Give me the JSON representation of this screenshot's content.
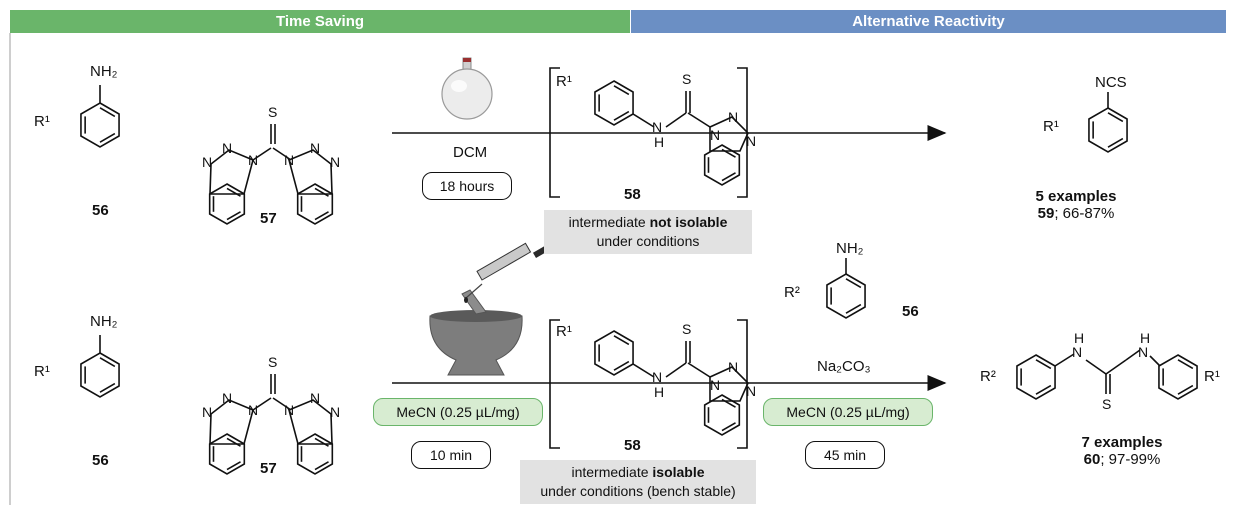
{
  "headers": {
    "left": "Time Saving",
    "right": "Alternative Reactivity"
  },
  "compounds": {
    "aniline": "56",
    "reagent": "57",
    "intermediate": "58",
    "isothiocyanate_label": "59",
    "thiourea_label": "60"
  },
  "row1": {
    "solvent": "DCM",
    "time": "18 hours",
    "note_pre": "intermediate ",
    "note_bold": "not isolable",
    "note_line2": "under conditions",
    "result_count": "5 examples",
    "result_yield": "; 66-87%"
  },
  "row2": {
    "liquid": "MeCN (0.25 µL/mg)",
    "time": "10 min",
    "note_pre": "intermediate ",
    "note_bold": "isolable",
    "note_line2": "under conditions (bench stable)",
    "base": "Na₂CO₃",
    "liquid2": "MeCN (0.25 µL/mg)",
    "time2": "45 min",
    "result_count": "7 examples",
    "result_yield": "; 97-99%"
  },
  "atoms": {
    "nh2": "NH₂",
    "r1": "R¹",
    "r2": "R²",
    "s": "S",
    "n": "N",
    "nh": "N",
    "h": "H",
    "ncs": "NCS"
  }
}
